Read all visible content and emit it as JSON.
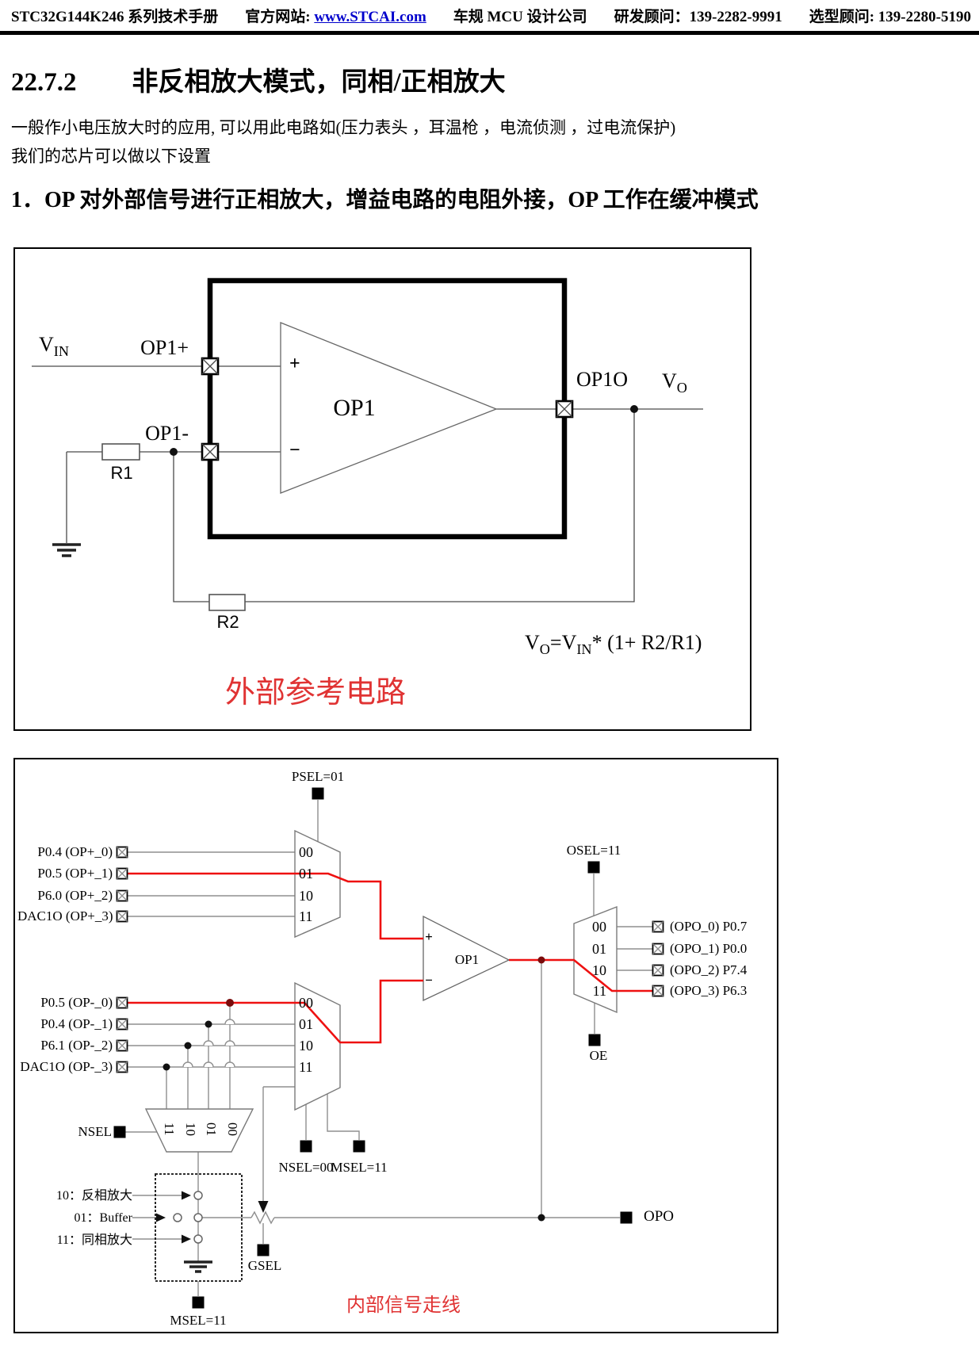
{
  "colors": {
    "wire_red": "#ee1111",
    "caption_red": "#e03333",
    "link_blue": "#0000cc"
  },
  "header": {
    "manual": "STC32G144K246 系列技术手册",
    "site_label": "官方网站:",
    "site_url": "www.STCAI.com",
    "company": "车规 MCU 设计公司",
    "consult_rd": "研发顾问：139-2282-9991",
    "consult_select": "选型顾问: 139-2280-5190"
  },
  "section": {
    "number": "22.7.2",
    "title": "非反相放大模式，同相/正相放大"
  },
  "intro": {
    "line1": "一般作小电压放大时的应用, 可以用此电路如(压力表头 ，耳温枪 ，电流侦测 ，过电流保护)",
    "line2": "我们的芯片可以做以下设置"
  },
  "item1": {
    "heading": "1．OP 对外部信号进行正相放大，增益电路的电阻外接，OP 工作在缓冲模式"
  },
  "figure1": {
    "vin": {
      "base": "V",
      "sub": "IN"
    },
    "vo": {
      "base": "V",
      "sub": "O"
    },
    "op1_plus_pin": "OP1+",
    "op1_minus_pin": "OP1-",
    "op1o_pin": "OP1O",
    "opamp": "OP1",
    "plus": "+",
    "minus": "−",
    "r1": "R1",
    "r2": "R2",
    "formula": {
      "p1": "V",
      "s1": "O",
      "p2": "=V",
      "s2": "IN",
      "p3": "* (1+ R2/R1)"
    },
    "caption": "外部参考电路"
  },
  "figure2": {
    "psel": "PSEL=01",
    "osel": "OSEL=11",
    "nsel": "NSEL",
    "oe": "OE",
    "gsel": "GSEL",
    "opo": "OPO",
    "nsel_val": "NSEL=00",
    "msel_val": "MSEL=11",
    "msel_bottom": "MSEL=11",
    "opamp": "OP1",
    "plus": "+",
    "minus": "−",
    "pos_inputs": [
      "P0.4 (OP+_0)",
      "P0.5 (OP+_1)",
      "P6.0 (OP+_2)",
      "DAC1O (OP+_3)"
    ],
    "neg_inputs": [
      "P0.5 (OP-_0)",
      "P0.4 (OP-_1)",
      "P6.1 (OP-_2)",
      "DAC1O (OP-_3)"
    ],
    "outputs": [
      "(OPO_0) P0.7",
      "(OPO_1) P0.0",
      "(OPO_2) P7.4",
      "(OPO_3) P6.3"
    ],
    "pos_mux_codes": [
      "00",
      "01",
      "10",
      "11"
    ],
    "neg_mux_codes": [
      "00",
      "01",
      "10",
      "11"
    ],
    "out_mux_codes": [
      "00",
      "01",
      "10",
      "11"
    ],
    "nsel_mux_codes": [
      "11",
      "10",
      "01",
      "00"
    ],
    "modes": [
      "10：反相放大",
      "01：Buffer",
      "11：同相放大"
    ],
    "caption": "内部信号走线"
  }
}
